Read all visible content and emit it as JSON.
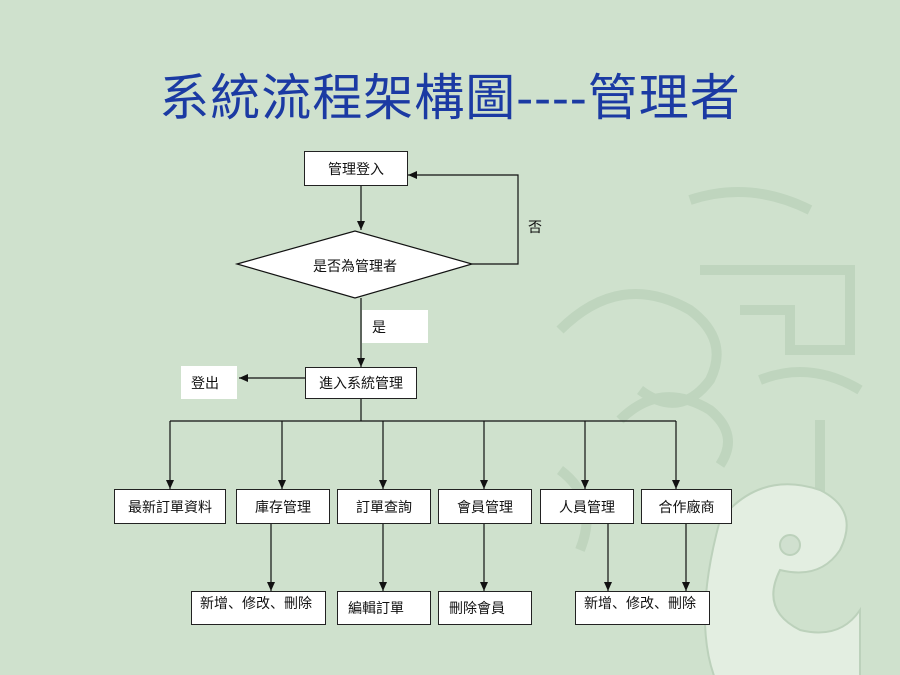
{
  "title": "系統流程架構圖----管理者",
  "nodes": {
    "login": "管理登入",
    "decision": "是否為管理者",
    "no_label": "否",
    "yes_label": "是",
    "enter": "進入系統管理",
    "logout": "登出",
    "orders_latest": "最新訂單資料",
    "inventory": "庫存管理",
    "order_query": "訂單查詢",
    "member_mgmt": "會員管理",
    "staff_mgmt": "人員管理",
    "partners": "合作廠商",
    "inv_actions": "新增、修改、刪除",
    "edit_orders": "編輯訂單",
    "delete_member": "刪除會員",
    "staff_actions": "新增、修改、刪除"
  },
  "colors": {
    "background": "#cfe1cd",
    "title": "#1b3aa3"
  }
}
